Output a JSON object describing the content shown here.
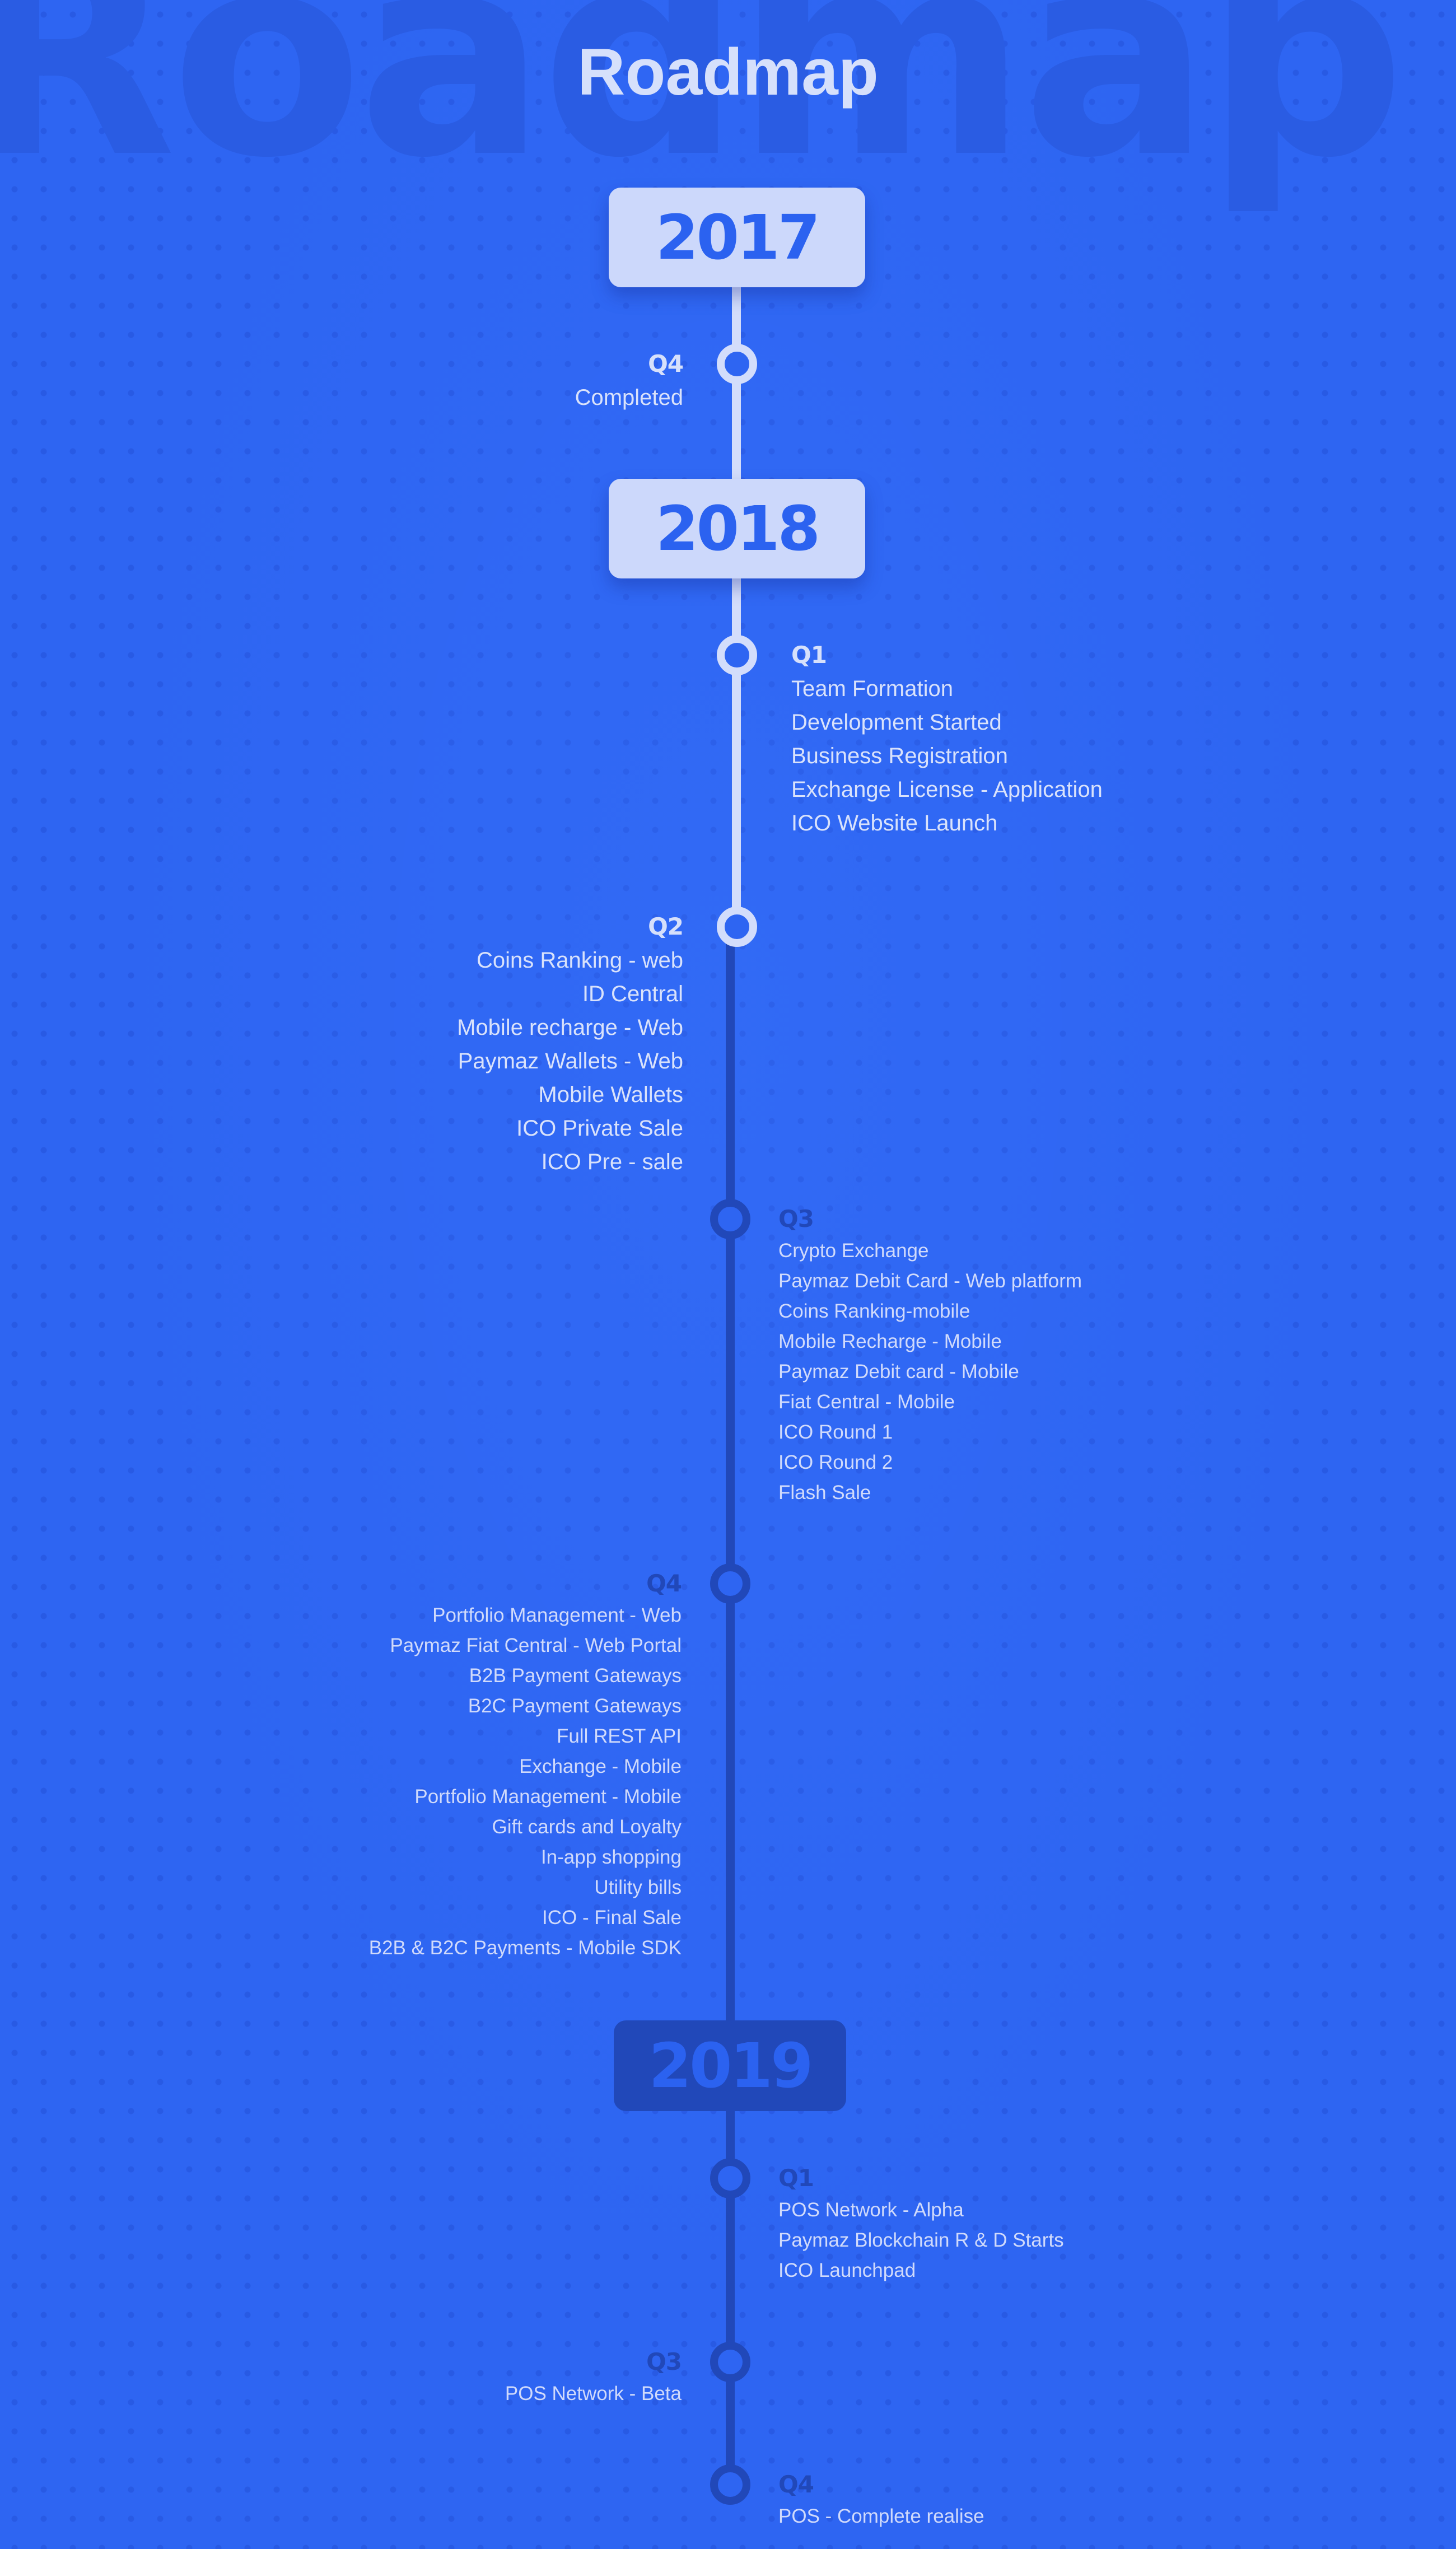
{
  "background_word": "Roadmap",
  "title": "Roadmap",
  "years": [
    {
      "year": "2017",
      "quarters": [
        {
          "label": "Q4",
          "items": [
            "Completed"
          ]
        }
      ]
    },
    {
      "year": "2018",
      "quarters": [
        {
          "label": "Q1",
          "items": [
            "Team Formation",
            "Development Started",
            "Business Registration",
            "Exchange License - Application",
            "ICO Website Launch"
          ]
        },
        {
          "label": "Q2",
          "items": [
            "Coins Ranking - web",
            "ID Central",
            "Mobile recharge - Web",
            "Paymaz Wallets - Web",
            "Mobile Wallets",
            "ICO Private Sale",
            "ICO Pre - sale"
          ]
        },
        {
          "label": "Q3",
          "items": [
            "Crypto Exchange",
            "Paymaz Debit Card - Web platform",
            "Coins Ranking-mobile",
            "Mobile Recharge - Mobile",
            "Paymaz Debit card - Mobile",
            "Fiat Central - Mobile",
            "ICO Round 1",
            "ICO Round 2",
            "Flash Sale"
          ]
        },
        {
          "label": "Q4",
          "items": [
            "Portfolio Management - Web",
            "Paymaz Fiat Central - Web Portal",
            "B2B Payment Gateways",
            "B2C Payment Gateways",
            "Full REST API",
            "Exchange - Mobile",
            "Portfolio Management - Mobile",
            "Gift cards and Loyalty",
            "In-app shopping",
            "Utility bills",
            "ICO - Final Sale",
            "B2B & B2C Payments - Mobile SDK"
          ]
        }
      ]
    },
    {
      "year": "2019",
      "quarters": [
        {
          "label": "Q1",
          "items": [
            "POS Network - Alpha",
            "Paymaz Blockchain R & D Starts",
            "ICO Launchpad"
          ]
        },
        {
          "label": "Q3",
          "items": [
            "POS Network - Beta"
          ]
        },
        {
          "label": "Q4",
          "items": [
            "POS - Complete realise"
          ]
        }
      ]
    }
  ],
  "colors": {
    "background": "#2e65f2",
    "completed_line": "#d3ddfb",
    "upcoming_line": "#2148b9",
    "badge_text": "#2b62f0"
  }
}
